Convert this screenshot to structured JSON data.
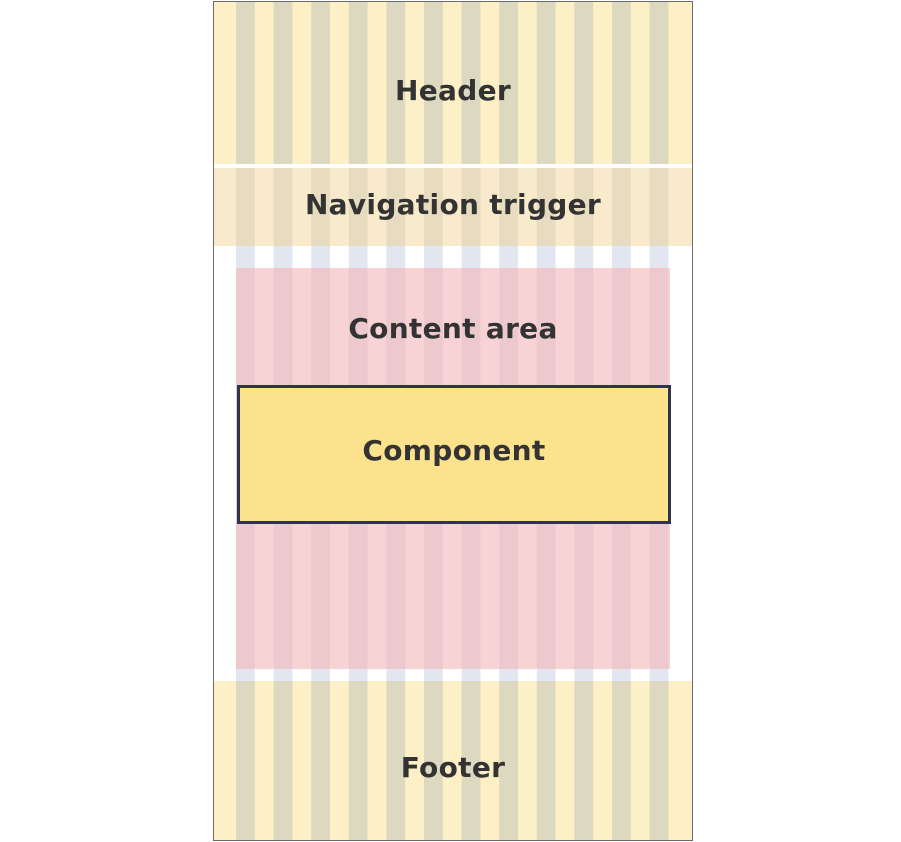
{
  "diagram": {
    "header": {
      "label": "Header"
    },
    "navigation": {
      "label": "Navigation trigger"
    },
    "content": {
      "label": "Content area"
    },
    "component": {
      "label": "Component"
    },
    "footer": {
      "label": "Footer"
    }
  },
  "colors": {
    "band_fill": "#fdf0c6",
    "nav_fill": "#f8eacb",
    "content_fill": "#f7d3d6",
    "component_fill": "#fde28d",
    "component_border": "#2f3350",
    "gutter_column": "#e1e6f0",
    "text": "#333333"
  }
}
